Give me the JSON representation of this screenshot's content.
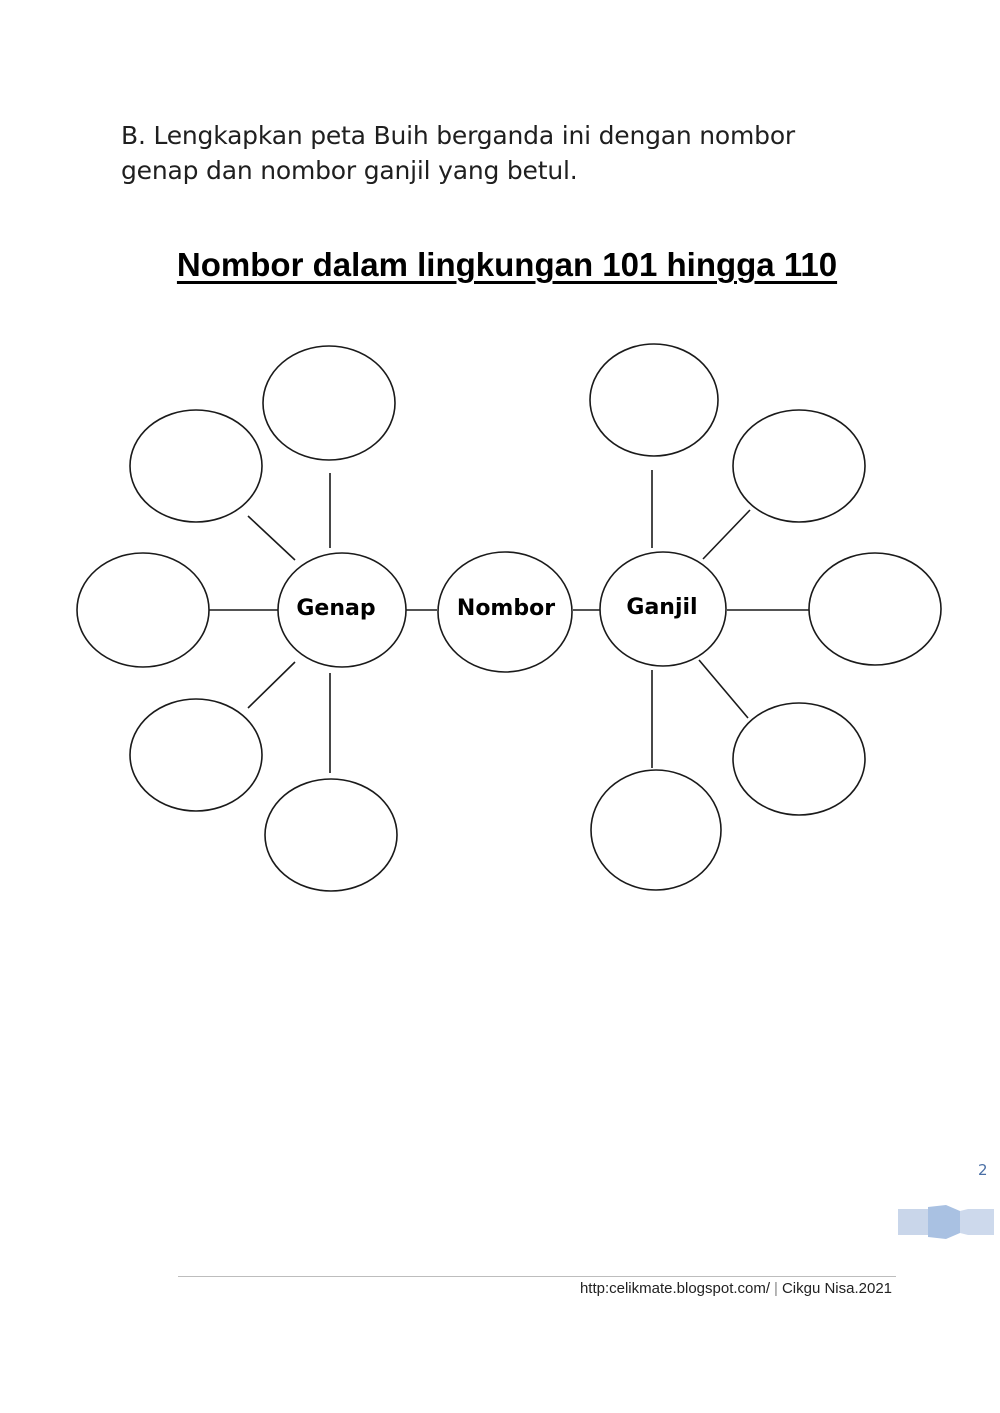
{
  "instruction": {
    "line1": "B. Lengkapkan peta Buih berganda ini dengan nombor",
    "line2": "genap dan nombor ganjil yang betul."
  },
  "title": "Nombor dalam lingkungan 101 hingga 110",
  "double_bubble_map": {
    "center": {
      "label": "Nombor"
    },
    "left_topic": {
      "label": "Genap",
      "answer_slots": [
        "",
        "",
        "",
        "",
        ""
      ]
    },
    "right_topic": {
      "label": "Ganjil",
      "answer_slots": [
        "",
        "",
        "",
        "",
        ""
      ]
    }
  },
  "page_number": "2",
  "footer": {
    "url": "http:celikmate.blogspot.com/",
    "separator": "|",
    "credit": "Cikgu Nisa.2021"
  },
  "colors": {
    "page_number": "#4a6fa5",
    "page_tab": "#a9c1e2",
    "line": "#1a1a1a"
  }
}
